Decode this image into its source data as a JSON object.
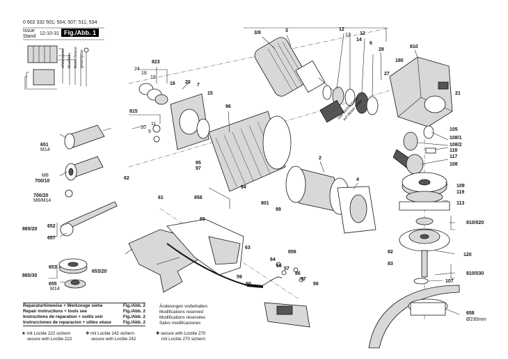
{
  "header": {
    "part_numbers": "0 602 332 501; 504; 507; 511; 534",
    "issue_label": "Issue",
    "stand_label": "Stand",
    "issue_date": "12-10-31",
    "figure_label": "Fig./Abb. 1"
  },
  "wiring_labels": [
    "white/weiss",
    "blue/blau",
    "brown/braun",
    "green/grün"
  ],
  "callouts": [
    {
      "id": "c-3-8",
      "text": "3/8"
    },
    {
      "id": "c-3",
      "text": "3"
    },
    {
      "id": "c-12a",
      "text": "12"
    },
    {
      "id": "c-13",
      "text": "13"
    },
    {
      "id": "c-14",
      "text": "14"
    },
    {
      "id": "c-12b",
      "text": "12"
    },
    {
      "id": "c-6",
      "text": "6"
    },
    {
      "id": "c-28",
      "text": "28"
    },
    {
      "id": "c-810",
      "text": "810"
    },
    {
      "id": "c-823",
      "text": "823"
    },
    {
      "id": "c-24",
      "text": "24"
    },
    {
      "id": "c-18",
      "text": "18"
    },
    {
      "id": "c-19",
      "text": "19"
    },
    {
      "id": "c-16",
      "text": "16"
    },
    {
      "id": "c-20",
      "text": "20"
    },
    {
      "id": "c-7",
      "text": "7"
    },
    {
      "id": "c-15",
      "text": "15"
    },
    {
      "id": "c-815",
      "text": "815"
    },
    {
      "id": "c-11",
      "text": "11"
    },
    {
      "id": "c-10",
      "text": "10"
    },
    {
      "id": "c-9",
      "text": "9"
    },
    {
      "id": "c-96",
      "text": "96"
    },
    {
      "id": "c-180",
      "text": "180"
    },
    {
      "id": "c-27",
      "text": "27"
    },
    {
      "id": "c-21",
      "text": "21"
    },
    {
      "id": "c-105",
      "text": "105"
    },
    {
      "id": "c-108-1",
      "text": "108/1"
    },
    {
      "id": "c-108-2",
      "text": "108/2"
    },
    {
      "id": "c-118",
      "text": "118"
    },
    {
      "id": "c-117",
      "text": "117"
    },
    {
      "id": "c-108",
      "text": "108"
    },
    {
      "id": "c-651",
      "text": "651"
    },
    {
      "id": "c-m14a",
      "text": "M14"
    },
    {
      "id": "c-m8",
      "text": "M8"
    },
    {
      "id": "c-700-10",
      "text": "700/10"
    },
    {
      "id": "c-700-20",
      "text": "700/20"
    },
    {
      "id": "c-m8m14",
      "text": "M8/M14"
    },
    {
      "id": "c-2",
      "text": "2"
    },
    {
      "id": "c-4",
      "text": "4"
    },
    {
      "id": "c-95",
      "text": "95"
    },
    {
      "id": "c-97",
      "text": "97"
    },
    {
      "id": "c-94",
      "text": "94"
    },
    {
      "id": "c-801",
      "text": "801"
    },
    {
      "id": "c-99",
      "text": "99"
    },
    {
      "id": "c-62",
      "text": "62"
    },
    {
      "id": "c-61",
      "text": "61"
    },
    {
      "id": "c-858",
      "text": "858"
    },
    {
      "id": "c-65",
      "text": "65"
    },
    {
      "id": "c-109",
      "text": "109"
    },
    {
      "id": "c-119",
      "text": "119"
    },
    {
      "id": "c-113",
      "text": "113"
    },
    {
      "id": "c-865-20",
      "text": "865/20"
    },
    {
      "id": "c-652",
      "text": "652"
    },
    {
      "id": "c-657",
      "text": "657"
    },
    {
      "id": "c-810-020",
      "text": "810/020"
    },
    {
      "id": "c-63",
      "text": "63"
    },
    {
      "id": "c-856",
      "text": "856"
    },
    {
      "id": "c-82",
      "text": "82"
    },
    {
      "id": "c-120",
      "text": "120"
    },
    {
      "id": "c-83",
      "text": "83"
    },
    {
      "id": "c-64",
      "text": "64"
    },
    {
      "id": "c-66",
      "text": "66"
    },
    {
      "id": "c-57",
      "text": "57"
    },
    {
      "id": "c-86",
      "text": "86"
    },
    {
      "id": "c-653",
      "text": "653"
    },
    {
      "id": "c-653-20",
      "text": "653/20"
    },
    {
      "id": "c-865-30",
      "text": "865/30"
    },
    {
      "id": "c-655",
      "text": "655"
    },
    {
      "id": "c-m14b",
      "text": "M14"
    },
    {
      "id": "c-59",
      "text": "59"
    },
    {
      "id": "c-60",
      "text": "60"
    },
    {
      "id": "c-87",
      "text": "87"
    },
    {
      "id": "c-56",
      "text": "56"
    },
    {
      "id": "c-810-030",
      "text": "810/030"
    },
    {
      "id": "c-107",
      "text": "107"
    },
    {
      "id": "c-658",
      "text": "658"
    },
    {
      "id": "c-230mm",
      "text": "Ø230mm"
    }
  ],
  "rotated_note": [
    "rote Dichtscheibe",
    "auf dieser Seite"
  ],
  "repair_notes": [
    {
      "text": "Reparaturhinweise + Werkzeuge siehe",
      "ref": "Fig./Abb. 2"
    },
    {
      "text": "Repair instructions + tools see",
      "ref": "Fig./Abb. 2"
    },
    {
      "text": "Instructions de reparation + outils voir",
      "ref": "Fig./Abb. 2"
    },
    {
      "text": "Instrucciones de reparacion + utiles véase",
      "ref": "Fig./Abb. 2"
    }
  ],
  "modification_notes": [
    "Änderungen vorbehalten",
    "Modifications reserved",
    "Modifications réservées",
    "Salvo modificaciones"
  ],
  "loctite_notes": [
    {
      "symbol": "★",
      "lines": [
        "mit Loctite 222 sichern",
        "secure with Loctite 222"
      ]
    },
    {
      "symbol": "✥",
      "lines": [
        "mit Loctite 242 sichern",
        "secure with Loctite 242"
      ]
    },
    {
      "symbol": "✚",
      "lines": [
        "secure with Loctite 270",
        "mit Loctite 270 sichern"
      ]
    }
  ]
}
